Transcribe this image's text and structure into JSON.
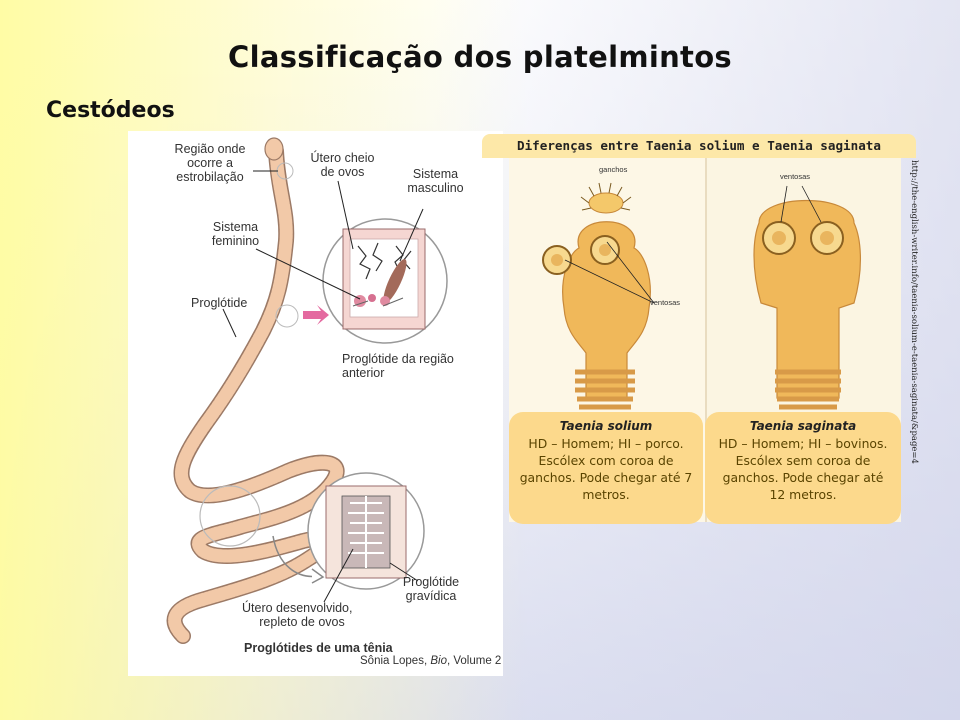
{
  "slide": {
    "title": "Classificação dos platelmintos",
    "subtitle": "Cestódeos"
  },
  "diagram": {
    "labels": {
      "estrobilacao_l1": "Região onde",
      "estrobilacao_l2": "ocorre a",
      "estrobilacao_l3": "estrobilação",
      "utero_l1": "Útero cheio",
      "utero_l2": "de ovos",
      "masc_l1": "Sistema",
      "masc_l2": "masculino",
      "fem_l1": "Sistema",
      "fem_l2": "feminino",
      "proglotide": "Proglótide",
      "anterior_l1": "Proglótide da região",
      "anterior_l2": "anterior",
      "gravidica_l1": "Proglótide",
      "gravidica_l2": "gravídica",
      "desenv_l1": "Útero desenvolvido,",
      "desenv_l2": "repleto de ovos"
    },
    "caption": "Proglótides de uma tênia",
    "credit_prefix": "Sônia Lopes, ",
    "credit_book": "Bio",
    "credit_suffix": ", Volume 2"
  },
  "panel": {
    "header": "Diferenças entre Taenia solium e Taenia saginata",
    "photo_labels": {
      "ganchos": "ganchos",
      "ventosas_bottom": "ventosas",
      "ventosas_top": "ventosas"
    },
    "solium": {
      "name": "Taenia solium",
      "text": "HD – Homem; HI – porco. Escólex com coroa de ganchos. Pode chegar até 7 metros."
    },
    "saginata": {
      "name": "Taenia saginata",
      "text": "HD – Homem; HI – bovinos. Escólex sem coroa de ganchos. Pode chegar até 12 metros."
    },
    "source_url": "http://the-english-writer.info/taenia-solium-e-taenia-saginata/&page=4"
  },
  "colors": {
    "worm": "#f2c9a8",
    "worm_stroke": "#9c7a66",
    "card": "#fcd98c",
    "header": "#fde8a8",
    "scolex": "#f0b85a"
  }
}
